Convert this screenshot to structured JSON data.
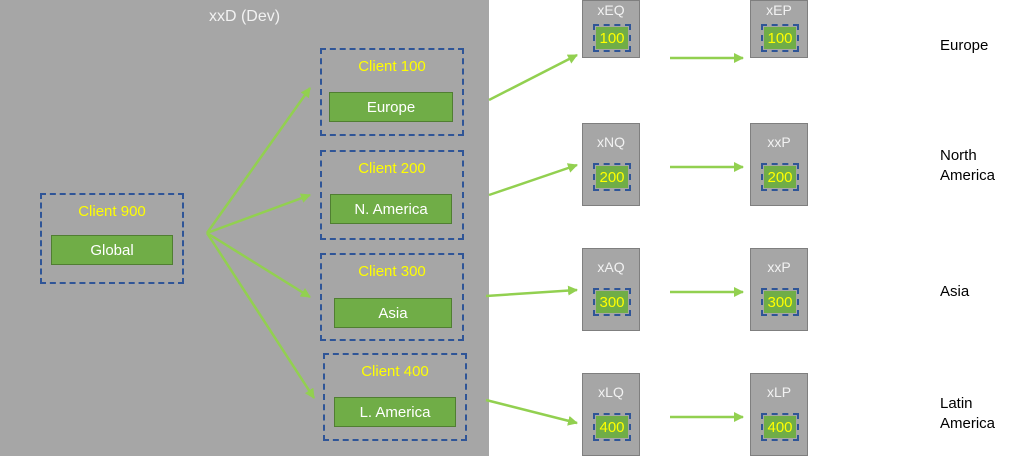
{
  "dev": {
    "title": "xxD (Dev)"
  },
  "global_client": {
    "label": "Client 900",
    "region": "Global"
  },
  "clients": [
    {
      "label": "Client 100",
      "region": "Europe"
    },
    {
      "label": "Client 200",
      "region": "N. America"
    },
    {
      "label": "Client 300",
      "region": "Asia"
    },
    {
      "label": "Client 400",
      "region": "L. America"
    }
  ],
  "rows": [
    {
      "qa": "xEQ",
      "prod": "xEP",
      "client": "100",
      "region_line1": "Europe",
      "region_line2": ""
    },
    {
      "qa": "xNQ",
      "prod": "xxP",
      "client": "200",
      "region_line1": "North",
      "region_line2": "America"
    },
    {
      "qa": "xAQ",
      "prod": "xxP",
      "client": "300",
      "region_line1": "Asia",
      "region_line2": ""
    },
    {
      "qa": "xLQ",
      "prod": "xLP",
      "client": "400",
      "region_line1": "Latin",
      "region_line2": "America"
    }
  ],
  "colors": {
    "panel": "#a6a6a6",
    "green": "#70ad47",
    "arrow": "#92d050",
    "dashed_border": "#2f5597",
    "client_label": "#ffff00"
  }
}
